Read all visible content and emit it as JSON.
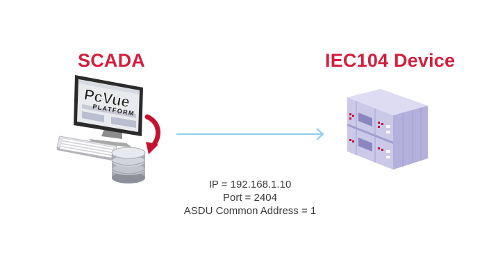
{
  "diagram": {
    "colors": {
      "title": "#d21f3c",
      "arrow": "#8fd0ea",
      "text": "#3a3a3a",
      "device_body": "#c9c6e6",
      "device_shadow": "#9f9bcc",
      "red_accent": "#c41230"
    },
    "scada": {
      "title": "SCADA",
      "screen_logo_line1": "PcVue",
      "screen_logo_line2": "PLATFORM",
      "icons": [
        "monitor-icon",
        "keyboard-icon",
        "database-icon",
        "curved-arrow-icon"
      ]
    },
    "device": {
      "title": "IEC104 Device",
      "icons": [
        "rack-device-icon"
      ]
    },
    "connection": {
      "icon": "arrow-right-icon",
      "ip": "IP = 192.168.1.10",
      "port": "Port = 2404",
      "asdu": "ASDU Common Address = 1"
    }
  }
}
